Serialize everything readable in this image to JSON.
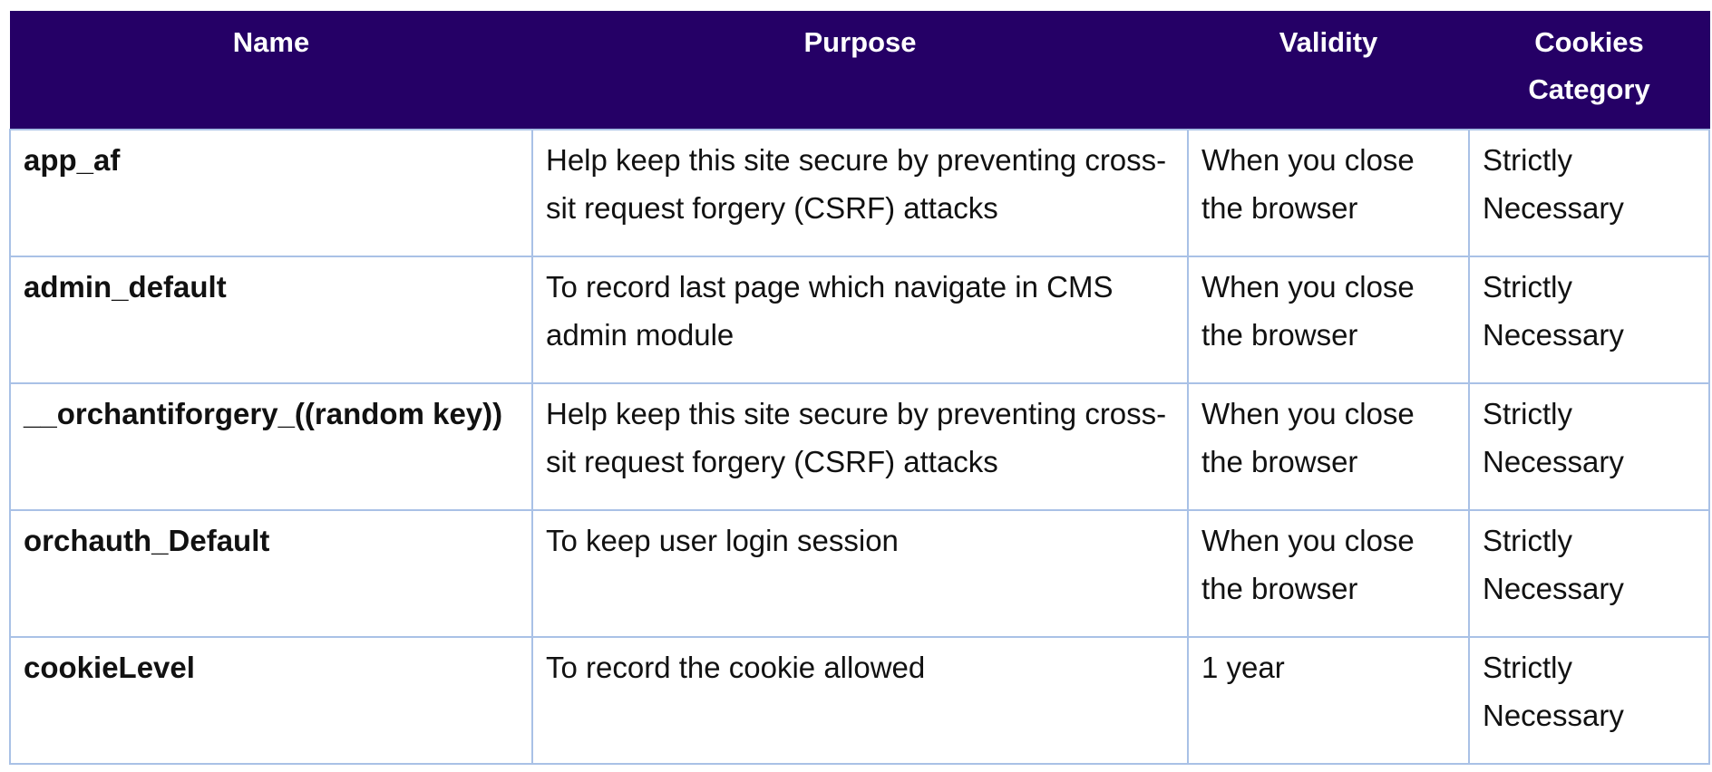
{
  "table": {
    "headers": {
      "name": "Name",
      "purpose": "Purpose",
      "validity": "Validity",
      "category": "Cookies Category"
    },
    "rows": [
      {
        "name": "app_af",
        "purpose": "Help keep this site secure by preventing cross-sit request forgery (CSRF) attacks",
        "validity": "When you close the browser",
        "category": "Strictly Necessary"
      },
      {
        "name": "admin_default",
        "purpose": "To record last page which navigate in CMS admin module",
        "validity": "When you close the browser",
        "category": "Strictly Necessary"
      },
      {
        "name": "__orchantiforgery_((random key))",
        "purpose": "Help keep this site secure by preventing cross-sit request forgery (CSRF) attacks",
        "validity": "When you close the browser",
        "category": "Strictly Necessary"
      },
      {
        "name": "orchauth_Default",
        "purpose": "To keep user login session",
        "validity": "When you close the browser",
        "category": "Strictly Necessary"
      },
      {
        "name": "cookieLevel",
        "purpose": "To record the cookie allowed",
        "validity": "1 year",
        "category": "Strictly Necessary"
      }
    ]
  },
  "colors": {
    "header_background": "#250066",
    "header_text": "#ffffff",
    "border": "#a9c1e6"
  }
}
